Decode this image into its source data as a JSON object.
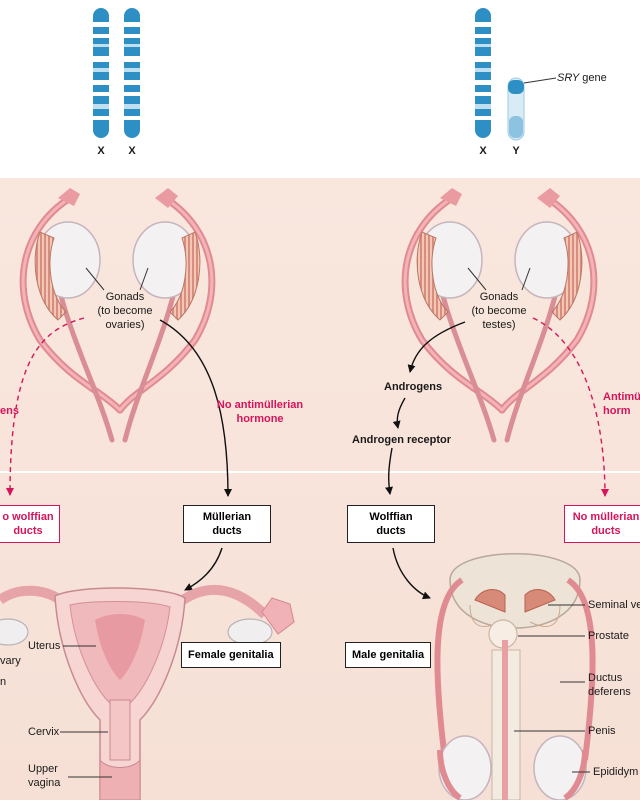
{
  "chromosomes": {
    "female": [
      "X",
      "X"
    ],
    "male": [
      "X",
      "Y"
    ],
    "sry_italic": "SRY",
    "sry_rest": " gene"
  },
  "gonads": {
    "female_lines": [
      "Gonads",
      "(to become",
      "ovaries)"
    ],
    "male_lines": [
      "Gonads",
      "(to become",
      "testes)"
    ]
  },
  "pathway": {
    "left_cut_label": "ens",
    "no_amh_lines": [
      "No antimüllerian",
      "hormone"
    ],
    "androgens": "Androgens",
    "androgen_receptor": "Androgen receptor",
    "amh_cut_lines": [
      "Antimül",
      "horm"
    ]
  },
  "boxes": {
    "no_wolffian_lines": [
      "o wolffian",
      "ducts"
    ],
    "mullerian_lines": [
      "Müllerian",
      "ducts"
    ],
    "wolffian_lines": [
      "Wolffian",
      "ducts"
    ],
    "no_mullerian_lines": [
      "No müllerian",
      "ducts"
    ]
  },
  "genitalia": {
    "female_title": "Female genitalia",
    "male_title": "Male genitalia",
    "female_labels": {
      "ovary_cut": "vary",
      "n_cut": "n",
      "uterus": "Uterus",
      "cervix": "Cervix",
      "upper_vagina_lines": [
        "Upper",
        "vagina"
      ]
    },
    "male_labels": {
      "seminal": "Seminal ve",
      "prostate": "Prostate",
      "ductus_lines": [
        "Ductus",
        "deferens"
      ],
      "penis": "Penis",
      "epididymis": "Epididym"
    }
  },
  "colors": {
    "background_top": "#ffffff",
    "background_bottom": "#f8e6dd",
    "chromosome_blue": "#2d8fc4",
    "duct_pink": "#e58a94",
    "accent_red": "#d5145a"
  }
}
